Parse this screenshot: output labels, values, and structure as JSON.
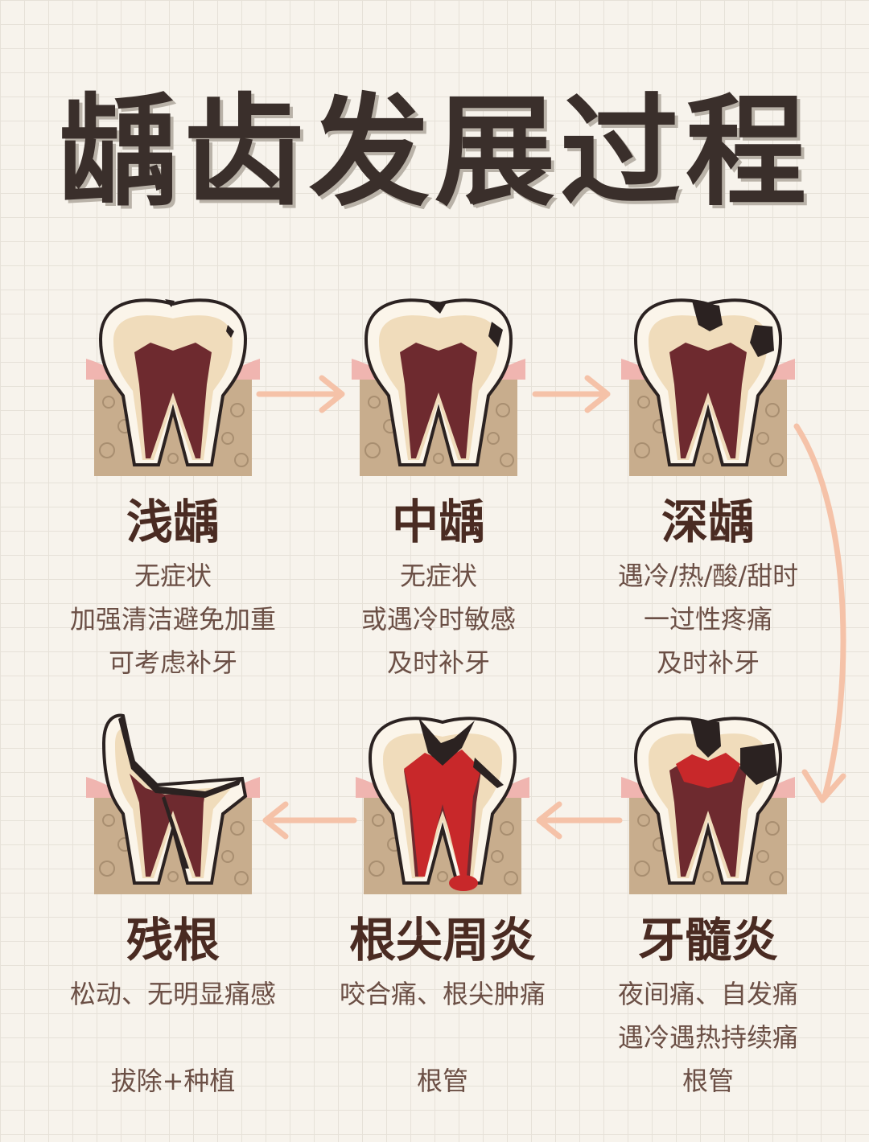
{
  "title": "龋齿发展过程",
  "stages": [
    {
      "name": "浅龋",
      "lines": [
        "无症状",
        "加强清洁避免加重",
        "可考虑补牙"
      ]
    },
    {
      "name": "中龋",
      "lines": [
        "无症状",
        "或遇冷时敏感",
        "及时补牙"
      ]
    },
    {
      "name": "深龋",
      "lines": [
        "遇冷/热/酸/甜时",
        "一过性疼痛",
        "及时补牙"
      ]
    },
    {
      "name": "牙髓炎",
      "lines": [
        "夜间痛、自发痛",
        "遇冷遇热持续痛",
        "根管"
      ]
    },
    {
      "name": "根尖周炎",
      "lines": [
        "咬合痛、根尖肿痛",
        "",
        "根管"
      ]
    },
    {
      "name": "残根",
      "lines": [
        "松动、无明显痛感",
        "",
        "拔除+种植"
      ]
    }
  ],
  "colors": {
    "background": "#f7f3ec",
    "gum": "#f0b5b0",
    "bone": "#c8ad8d",
    "enamel": "#fbf5ea",
    "dentin": "#f0dcbb",
    "pulp": "#6e2a2f",
    "decay": "#2b2221",
    "inflammation": "#c8282a",
    "arrow": "#f5c2a8",
    "text_dark": "#4a2b22",
    "text_light": "#6b4f45"
  }
}
